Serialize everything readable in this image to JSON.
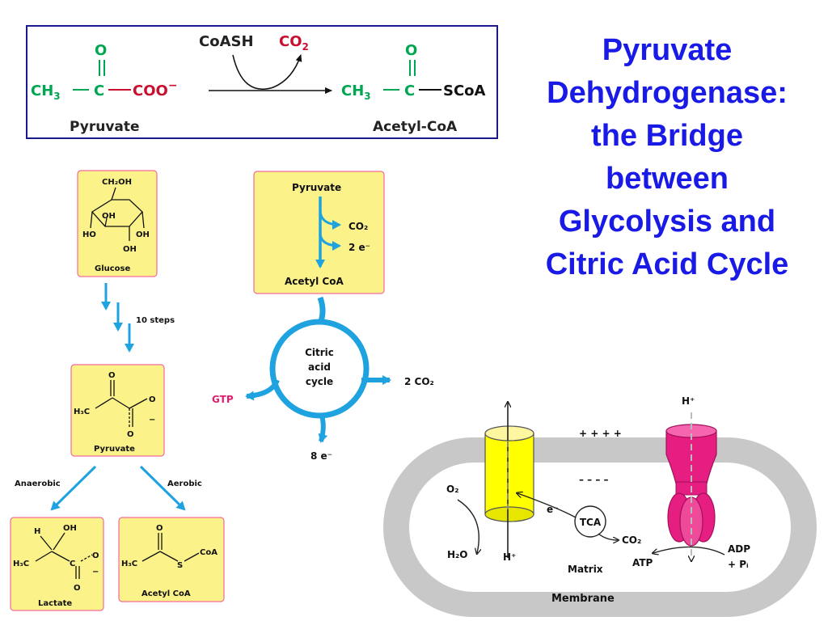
{
  "title": {
    "lines": [
      "Pyruvate",
      "Dehydrogenase:",
      "the Bridge",
      "between",
      "Glycolysis and",
      "Citric Acid Cycle"
    ]
  },
  "reaction": {
    "coash": "CoASH",
    "co2": "CO",
    "co2_sub": "2",
    "ch3": "CH",
    "ch3_sub": "3",
    "carbon": "C",
    "oxygen": "O",
    "coo": "COO",
    "coo_charge": "−",
    "scoa": "SCoA",
    "reactant": "Pyruvate",
    "product": "Acetyl-CoA"
  },
  "glycolysis": {
    "glucose": {
      "ch2oh": "CH₂OH",
      "oh": "OH",
      "ho": "HO",
      "name": "Glucose"
    },
    "steps": "10 steps",
    "pyruvate": {
      "h3c": "H₃C",
      "o": "O",
      "charge": "−",
      "name": "Pyruvate"
    },
    "anaerobic": "Anaerobic",
    "aerobic": "Aerobic",
    "lactate": {
      "h": "H",
      "oh": "OH",
      "h3c": "H₃C",
      "c": "C",
      "o": "O",
      "charge": "−",
      "name": "Lactate"
    },
    "acetyl": {
      "h3c": "H₃C",
      "s": "S",
      "coa": "CoA",
      "o": "O",
      "name": "Acetyl CoA"
    }
  },
  "cycle": {
    "pyruvate": "Pyruvate",
    "co2": "CO₂",
    "e2": "2 e⁻",
    "acetyl": "Acetyl CoA",
    "center": [
      "Citric",
      "acid",
      "cycle"
    ],
    "gtp": "GTP",
    "out_co2": "2 CO₂",
    "out_e": "8 e⁻",
    "gtp_color": "#e0206e",
    "arrow_color": "#1fa3e0",
    "box_fill": "#fcf28a",
    "box_stroke": "#f06b9b"
  },
  "membrane": {
    "hplus_top": "H⁺",
    "plus": "+ + + +",
    "minus": "– – – –",
    "o2": "O₂",
    "e": "e⁻",
    "tca": "TCA",
    "co2": "CO₂",
    "h2o": "H₂O",
    "hplus_bottom": "H⁺",
    "matrix": "Matrix",
    "atp": "ATP",
    "adp": "ADP",
    "pi": "+ Pᵢ",
    "membrane_label": "Membrane",
    "yellow": "#ffff00",
    "pink": "#e61e82"
  }
}
